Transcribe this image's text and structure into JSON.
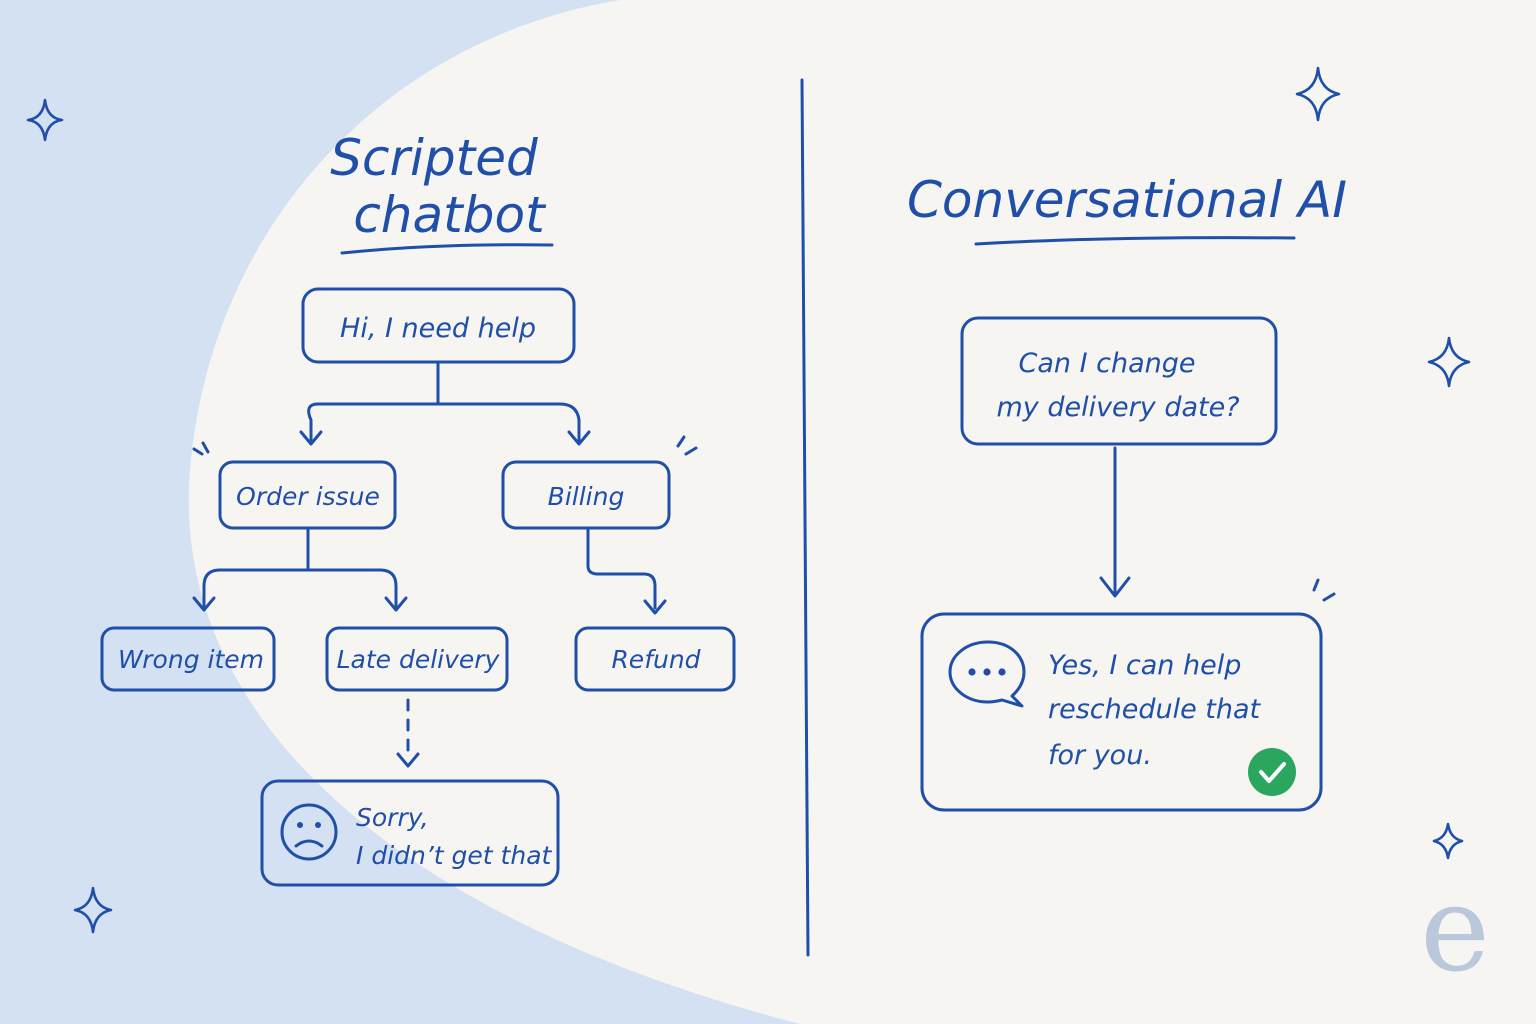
{
  "left_panel": {
    "title_line1": "Scripted",
    "title_line2": "chatbot",
    "nodes": {
      "root": "Hi, I need help",
      "order_issue": "Order issue",
      "billing": "Billing",
      "wrong_item": "Wrong item",
      "late_delivery": "Late delivery",
      "refund": "Refund",
      "fallback_line1": "Sorry,",
      "fallback_line2": "I didn’t get that"
    },
    "fallback_icon": "sad-face-icon"
  },
  "right_panel": {
    "title": "Conversational AI",
    "question_line1": "Can I change",
    "question_line2": "my delivery date?",
    "answer_line1": "Yes, I can help",
    "answer_line2": "reschedule that",
    "answer_line3": "for you.",
    "answer_icon": "chat-bubble-icon",
    "check_icon": "check-circle-icon"
  },
  "watermark": "e",
  "colors": {
    "ink": "#1f4fa8",
    "background": "#f6f5f1",
    "arc": "#d4e1f3",
    "check": "#2aa65f",
    "watermark": "#bac8dc"
  }
}
